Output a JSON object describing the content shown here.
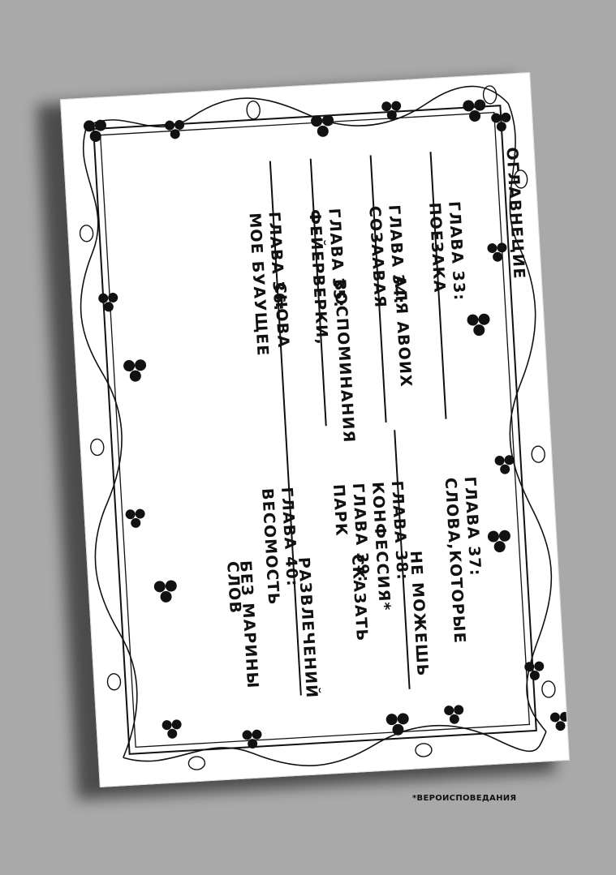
{
  "toc": {
    "title": "ОГЛАВНЕЦИЕ",
    "left_column": [
      {
        "label": "ГЛАВА 33:",
        "title_line1": "ПОЕЗАКА",
        "title_line2": "АЛЯ АВОИХ"
      },
      {
        "label": "ГЛАВА 34:",
        "title_line1": "СОЗААВАЯ",
        "title_line2": "ВОСПОМИНАНИЯ"
      },
      {
        "label": "ГЛАВА 35:",
        "title_line1": "ФЕЙЕРВЕРКИ,",
        "title_line2": "СНОВА"
      },
      {
        "label": "ГЛАВА 36:",
        "title_line1": "МОЕ БУАУЩЕЕ",
        "title_line2": ""
      }
    ],
    "right_column": [
      {
        "label": "ГЛАВА 37:",
        "title_line1": "СЛОВА,КОТОРЫЕ",
        "title_line2": "НЕ МОЖЕШЬ",
        "title_line3": "СКАЗАТЬ"
      },
      {
        "label": "ГЛАВА 38:",
        "title_line1": "КОНФЕССИЯ*",
        "title_line2": "",
        "title_line3": ""
      },
      {
        "label": "ГЛАВА 39:",
        "title_line1": "ПАРК",
        "title_line2": "РАЗВЛЕЧЕНИЙ",
        "title_line3": "БЕЗ МАРИНЫ"
      },
      {
        "label": "ГЛАВА 40:",
        "title_line1": "ВЕСОМОСТЬ",
        "title_line2": "СЛОВ",
        "title_line3": ""
      }
    ]
  },
  "footnote": "*ВЕРОИСПОВЕДАНИЯ",
  "colors": {
    "background": "#a9a9a9",
    "card": "#ffffff",
    "ink": "#111111"
  },
  "decor": {
    "border_icon": "clover-vine-frame"
  }
}
